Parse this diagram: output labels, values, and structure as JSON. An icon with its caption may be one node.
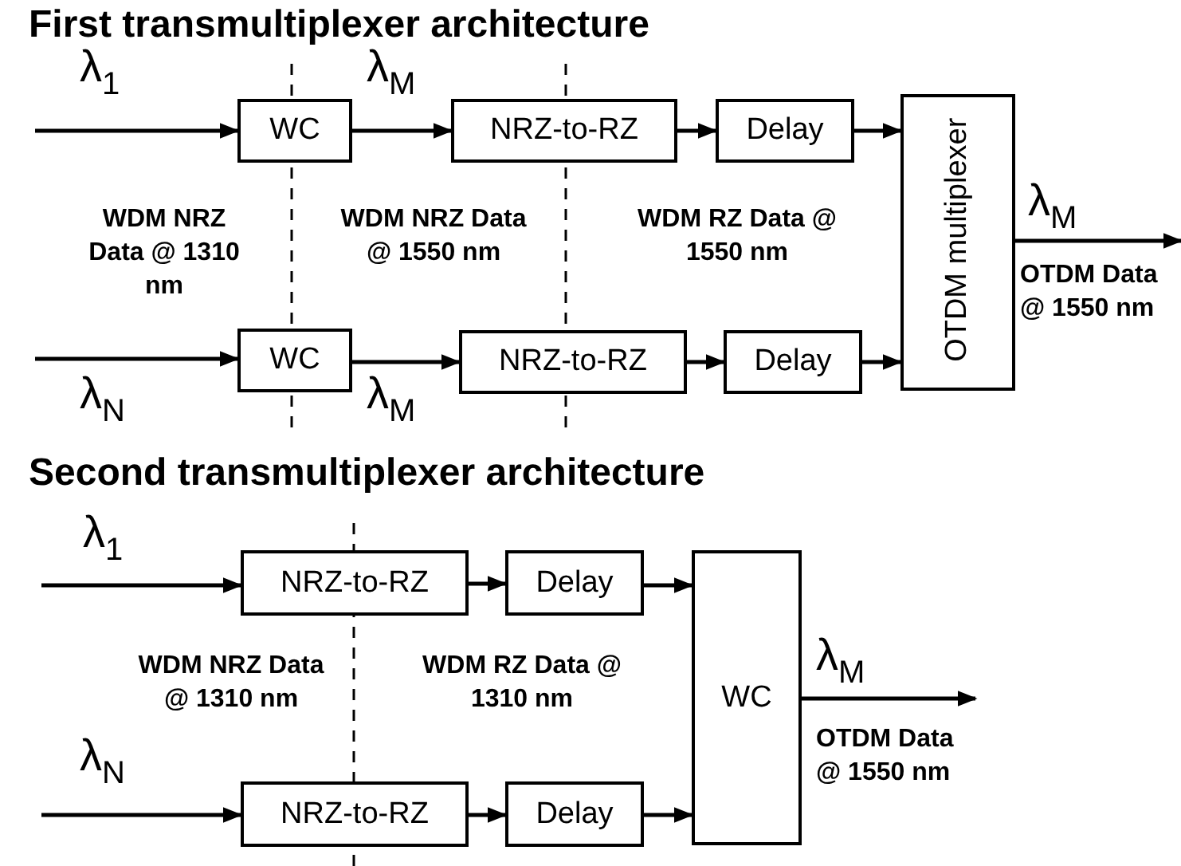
{
  "diagram": {
    "nodes": [
      {
        "text": [
          "WC"
        ]
      },
      {
        "text": [
          "NRZ-to-RZ"
        ]
      },
      {
        "text": [
          "Delay"
        ]
      },
      {
        "text": [
          "OTDM multiplexer"
        ]
      },
      {
        "text": [
          "WC"
        ]
      },
      {
        "text": [
          "NRZ-to-RZ"
        ]
      },
      {
        "text": [
          "Delay"
        ]
      },
      {
        "text": [
          "NRZ-to-RZ"
        ]
      },
      {
        "text": [
          "Delay"
        ]
      },
      {
        "text": [
          "WC"
        ]
      },
      {
        "text": [
          "NRZ-to-RZ"
        ]
      },
      {
        "text": [
          "Delay"
        ]
      }
    ],
    "edges": [
      {
        "from": null,
        "to": 0,
        "arrow": "to",
        "label": "λ$_{1}$"
      },
      {
        "from": 0,
        "to": 1,
        "arrow": "to",
        "label": "λ$_{M}$"
      },
      {
        "from": 1,
        "to": 2,
        "arrow": "to"
      },
      {
        "from": 2,
        "to": 3,
        "arrow": "to"
      },
      {
        "from": null,
        "to": 4,
        "arrow": "to",
        "label": "λ$_{N}$"
      },
      {
        "from": 4,
        "to": 5,
        "arrow": "to",
        "label": "λ$_{M}$"
      },
      {
        "from": 5,
        "to": 6,
        "arrow": "to"
      },
      {
        "from": 6,
        "to": 3,
        "arrow": "to"
      },
      {
        "from": 3,
        "to": null,
        "arrow": "to",
        "label": "λ$_{M}$"
      },
      {
        "from": null,
        "to": 7,
        "arrow": "to",
        "label": "λ$_{1}$"
      },
      {
        "from": 7,
        "to": 8,
        "arrow": "to"
      },
      {
        "from": 8,
        "to": 9,
        "arrow": "to"
      },
      {
        "from": null,
        "to": 10,
        "arrow": "to",
        "label": "λ$_{N}$"
      },
      {
        "from": 10,
        "to": 11,
        "arrow": "to"
      },
      {
        "from": 11,
        "to": 9,
        "arrow": "to"
      },
      {
        "from": 9,
        "to": null,
        "arrow": "to",
        "label": "λ$_{M}$"
      }
    ],
    "labels": [
      "First transmultiplexer architecture",
      "WDM NRZ Data @ 1310 nm",
      "WDM NRZ Data @ 1550 nm",
      "WDM RZ Data @ 1550 nm",
      "OTDM Data @ 1550 nm",
      "Second transmultiplexer architecture",
      "WDM NRZ Data @ 1310 nm",
      "WDM RZ Data @ 1310 nm",
      "OTDM Data @ 1550 nm"
    ]
  }
}
